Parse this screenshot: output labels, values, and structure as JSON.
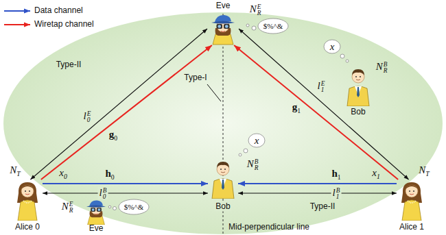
{
  "diagram": {
    "nodes": [
      {
        "text": [
          "Eve",
          "NRE",
          "$%^&"
        ]
      },
      {
        "text": [
          "x",
          "NRB",
          "Bob"
        ]
      },
      {
        "text": [
          "NT",
          "Alice 0"
        ]
      },
      {
        "text": [
          "x",
          "NRB",
          "Bob"
        ]
      },
      {
        "text": [
          "NT",
          "Alice 1"
        ]
      },
      {
        "text": [
          "$%^&",
          "NRE",
          "Eve"
        ]
      }
    ],
    "edges": [
      {
        "from": 2,
        "to": 3,
        "arrow": "to",
        "label": "h0"
      },
      {
        "from": 4,
        "to": 3,
        "arrow": "to",
        "label": "h1"
      },
      {
        "from": 2,
        "to": 0,
        "arrow": "to",
        "label": "g0"
      },
      {
        "from": 4,
        "to": 0,
        "arrow": "to",
        "label": "g1"
      },
      {
        "from": 2,
        "to": 0,
        "arrow": "both",
        "label": "l0E"
      },
      {
        "from": 4,
        "to": 0,
        "arrow": "both",
        "label": "l1E"
      },
      {
        "from": 2,
        "to": 3,
        "arrow": "both",
        "label": "l0B"
      },
      {
        "from": 4,
        "to": 3,
        "arrow": "both",
        "label": "l1B"
      }
    ],
    "labels": [
      "x0",
      "x1",
      "Type-I",
      "Type-II",
      "Type-II",
      "Mid-perpendicular line"
    ],
    "legend": [
      {
        "text": "Data channel"
      },
      {
        "text": "Wiretap channel"
      }
    ]
  }
}
